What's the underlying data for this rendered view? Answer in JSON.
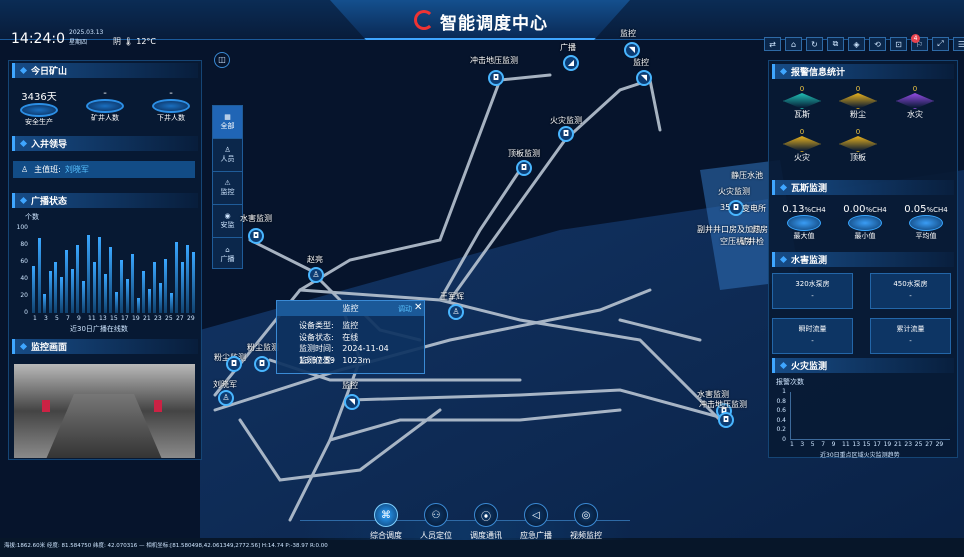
{
  "header": {
    "title": "智能调度中心",
    "time": "14:24:0",
    "date": "2025.03.13",
    "weekday": "星期四",
    "weather": "阴",
    "temperature": "12°C",
    "badge_count": "4"
  },
  "toolbar": [
    "⇄",
    "⌂",
    "↻",
    "⧉",
    "◈",
    "⟲",
    "⊡",
    "⚐",
    "⤢",
    "☰"
  ],
  "left": {
    "today_title": "今日矿山",
    "stats": [
      {
        "value": "3436天",
        "label": "安全生产"
      },
      {
        "value": "-",
        "label": "矿井人数"
      },
      {
        "value": "-",
        "label": "下井人数"
      }
    ],
    "leader_title": "入井领导",
    "leader_label": "主值班:",
    "leader_name": "刘晓军",
    "broadcast_title": "广播状态",
    "broadcast_unit": "个数",
    "broadcast_caption": "近30日广播在线数",
    "broadcast_yticks": [
      "100",
      "80",
      "60",
      "40",
      "20",
      "0"
    ],
    "broadcast_xticks": [
      "1",
      "3",
      "5",
      "7",
      "9",
      "11",
      "13",
      "15",
      "17",
      "19",
      "21",
      "23",
      "25",
      "27",
      "29"
    ],
    "monitor_title": "监控画面"
  },
  "chart_data": {
    "type": "bar",
    "title": "",
    "ylabel": "个数",
    "xlabel": "近30日广播在线数",
    "ylim": [
      0,
      100
    ],
    "categories": [
      "1",
      "2",
      "3",
      "4",
      "5",
      "6",
      "7",
      "8",
      "9",
      "10",
      "11",
      "12",
      "13",
      "14",
      "15",
      "16",
      "17",
      "18",
      "19",
      "20",
      "21",
      "22",
      "23",
      "24",
      "25",
      "26",
      "27",
      "28",
      "29",
      "30"
    ],
    "values": [
      55,
      88,
      22,
      50,
      60,
      42,
      74,
      52,
      80,
      38,
      92,
      60,
      90,
      46,
      78,
      25,
      62,
      40,
      70,
      18,
      50,
      28,
      60,
      35,
      64,
      24,
      84,
      60,
      80,
      72
    ]
  },
  "sidenav": [
    {
      "icon": "▦",
      "label": "全部"
    },
    {
      "icon": "♙",
      "label": "人员"
    },
    {
      "icon": "⚠",
      "label": "监控"
    },
    {
      "icon": "◉",
      "label": "安监"
    },
    {
      "icon": "⌂",
      "label": "广播"
    }
  ],
  "map_labels": [
    {
      "text": "冲击地压监测",
      "icon": "◘"
    },
    {
      "text": "广播",
      "icon": "◢"
    },
    {
      "text": "监控",
      "icon": "◥"
    },
    {
      "text": "监控",
      "icon": "◥"
    },
    {
      "text": "火灾监测",
      "icon": "◘"
    },
    {
      "text": "顶板监测",
      "icon": "◘"
    },
    {
      "text": "水害监测",
      "icon": "◘"
    },
    {
      "text": "赵亮",
      "icon": "♙"
    },
    {
      "text": "粉尘监测",
      "icon": "◘"
    },
    {
      "text": "粉尘监测",
      "icon": "◘"
    },
    {
      "text": "刘晓军",
      "icon": "♙"
    },
    {
      "text": "王军辉",
      "icon": "♙"
    },
    {
      "text": "监控",
      "icon": "◥"
    },
    {
      "text": "火灾监测",
      "icon": "◘"
    },
    {
      "text": "水害监测",
      "icon": "◘"
    },
    {
      "text": "冲击地压监测",
      "icon": "◘"
    },
    {
      "text": "静压水池",
      "icon": ""
    },
    {
      "text": "35",
      "icon": ""
    },
    {
      "text": "变电所",
      "icon": ""
    },
    {
      "text": "副井井口房及加热",
      "icon": ""
    },
    {
      "text": "灯房",
      "icon": ""
    },
    {
      "text": "空压机房",
      "icon": ""
    },
    {
      "text": "矿井检",
      "icon": ""
    }
  ],
  "popup": {
    "title": "监控",
    "tag": "调动",
    "rows": [
      {
        "k": "设备类型:",
        "v": "监控"
      },
      {
        "k": "设备状态:",
        "v": "在线"
      },
      {
        "k": "监测时间:",
        "v": "2024-11-04 13:57:59"
      },
      {
        "k": "监测位置:",
        "v": "1023m"
      }
    ]
  },
  "right": {
    "alarm_title": "报警信息统计",
    "alarms": [
      {
        "name": "瓦斯",
        "count": "0",
        "color": "#1fb6ad"
      },
      {
        "name": "粉尘",
        "count": "0",
        "color": "#d9a81f"
      },
      {
        "name": "水灾",
        "count": "0",
        "color": "#8a48d8"
      },
      {
        "name": "火灾",
        "count": "0",
        "color": "#d9a81f"
      },
      {
        "name": "顶板",
        "count": "0",
        "color": "#d9a81f"
      }
    ],
    "gas_title": "瓦斯监测",
    "gas": [
      {
        "value": "0.13",
        "unit": "%CH4",
        "label": "最大值"
      },
      {
        "value": "0.00",
        "unit": "%CH4",
        "label": "最小值"
      },
      {
        "value": "0.05",
        "unit": "%CH4",
        "label": "平均值"
      }
    ],
    "water_title": "水害监测",
    "pumps": [
      {
        "label": "320水泵房",
        "value": "-"
      },
      {
        "label": "450水泵房",
        "value": "-"
      },
      {
        "label": "瞬时流量",
        "value": "-"
      },
      {
        "label": "累计流量",
        "value": "-"
      }
    ],
    "fire_title": "火灾监测",
    "fire_unit": "报警次数",
    "fire_caption": "近30日重点区域火灾监测趋势",
    "fire_yticks": [
      "1",
      "0.8",
      "0.6",
      "0.4",
      "0.2",
      "0"
    ],
    "fire_xticks": [
      "1",
      "3",
      "5",
      "7",
      "9",
      "11",
      "13",
      "15",
      "17",
      "19",
      "21",
      "23",
      "25",
      "27",
      "29"
    ]
  },
  "bottom_nav": [
    {
      "icon": "⌘",
      "label": "综合调度"
    },
    {
      "icon": "⚇",
      "label": "人员定位"
    },
    {
      "icon": "⦿",
      "label": "调度通讯"
    },
    {
      "icon": "◁",
      "label": "应急广播"
    },
    {
      "icon": "◎",
      "label": "视频监控"
    }
  ],
  "status_bar": "海拔:1862.60米 经度: 81.584750 纬度: 42.070316 — 相机坐标:[81.580498,42.061349,2772.56] H:14.74 P:-38.97 R:0.00"
}
